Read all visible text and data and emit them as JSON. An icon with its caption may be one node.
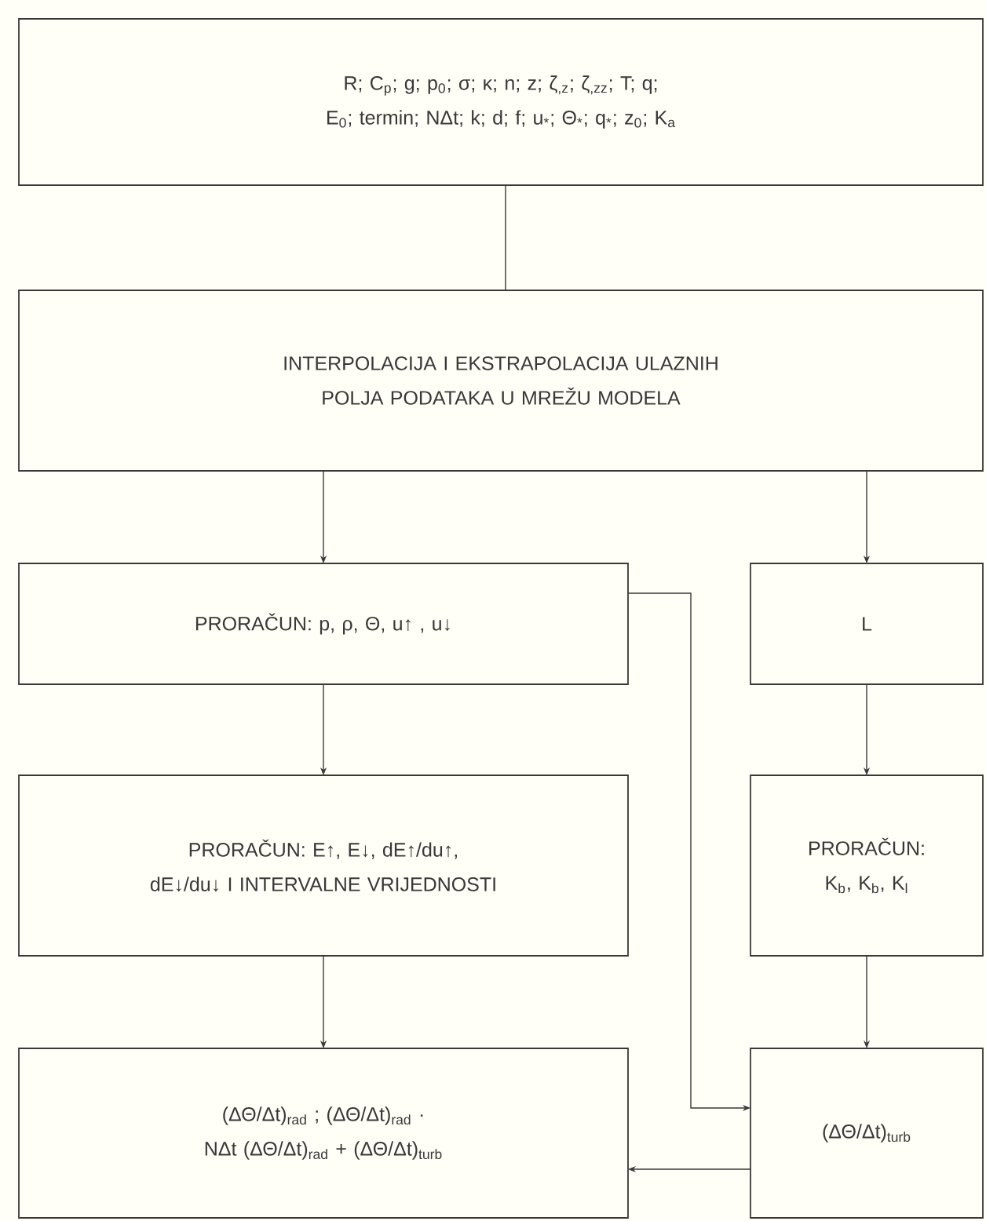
{
  "diagram": {
    "nodes": [
      {
        "text": [
          "R; C$_{p}$; g; p$_{0}$; σ; κ; n; z; ζ$_{,z}$; ζ$_{,zz}$; T; q; E$_{0}$; termin; NΔt; k; d; f; u$_{*}$; Θ$_{*}$; q$_{*}$; z$_{0}$; K$_{a}$"
        ]
      },
      {
        "text": [
          "INTERPOLACIJA I EKSTRAPOLACIJA ULAZNIH POLJA PODATAKA U MREŽU MODELA"
        ]
      },
      {
        "text": [
          "PRORAČUN: p, ρ, Θ, u↑ , u↓"
        ]
      },
      {
        "text": [
          "L"
        ]
      },
      {
        "text": [
          "PRORAČUN: E↑, E↓, dE↑/du↑, dE↓/du↓ I INTERVALNE VRIJEDNOSTI"
        ]
      },
      {
        "text": [
          "PRORAČUN: K$_{b}$, K$_{b}$, K$_{l}$"
        ]
      },
      {
        "text": [
          "(ΔΘ/Δt)$_{rad}$ ; (ΔΘ/Δt)$_{rad}$ · NΔt (ΔΘ/Δt)$_{rad}$ + (ΔΘ/Δt)$_{turb}$"
        ]
      },
      {
        "text": [
          "(ΔΘ/Δt)$_{turb}$"
        ]
      }
    ],
    "edges": [
      {
        "from": 0,
        "to": 1,
        "arrow": "none"
      },
      {
        "from": 1,
        "to": 2,
        "arrow": "to"
      },
      {
        "from": 1,
        "to": 3,
        "arrow": "to"
      },
      {
        "from": 2,
        "to": 4,
        "arrow": "to"
      },
      {
        "from": 3,
        "to": 5,
        "arrow": "to"
      },
      {
        "from": 4,
        "to": 6,
        "arrow": "to"
      },
      {
        "from": 5,
        "to": 7,
        "arrow": "to"
      },
      {
        "from": 2,
        "to": 7,
        "arrow": "to"
      },
      {
        "from": 7,
        "to": 6,
        "arrow": "to"
      }
    ]
  }
}
